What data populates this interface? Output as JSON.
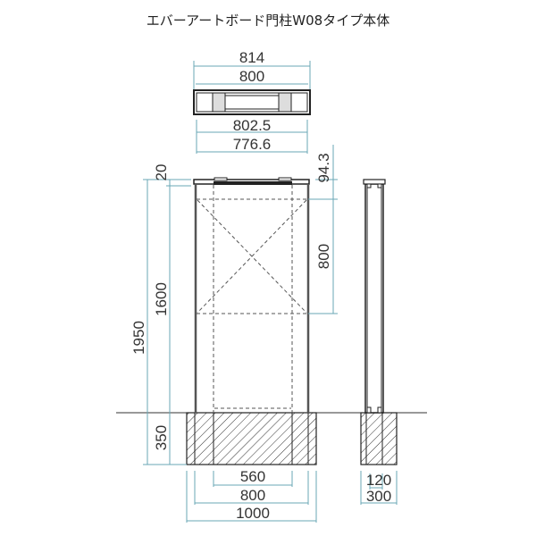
{
  "title": "エバーアートボード門柱W08タイプ本体",
  "top_view": {
    "dims": [
      "814",
      "800",
      "802.5",
      "776.6"
    ]
  },
  "front_view": {
    "dims_left": [
      "20",
      "1600",
      "1950",
      "350"
    ],
    "dims_right": [
      "94.3",
      "800"
    ],
    "dims_bottom": [
      "560",
      "800",
      "1000"
    ]
  },
  "side_view": {
    "dims_bottom": [
      "120",
      "300"
    ]
  },
  "colors": {
    "dimension_line": "#6aa7b5",
    "object_line": "#333333"
  }
}
